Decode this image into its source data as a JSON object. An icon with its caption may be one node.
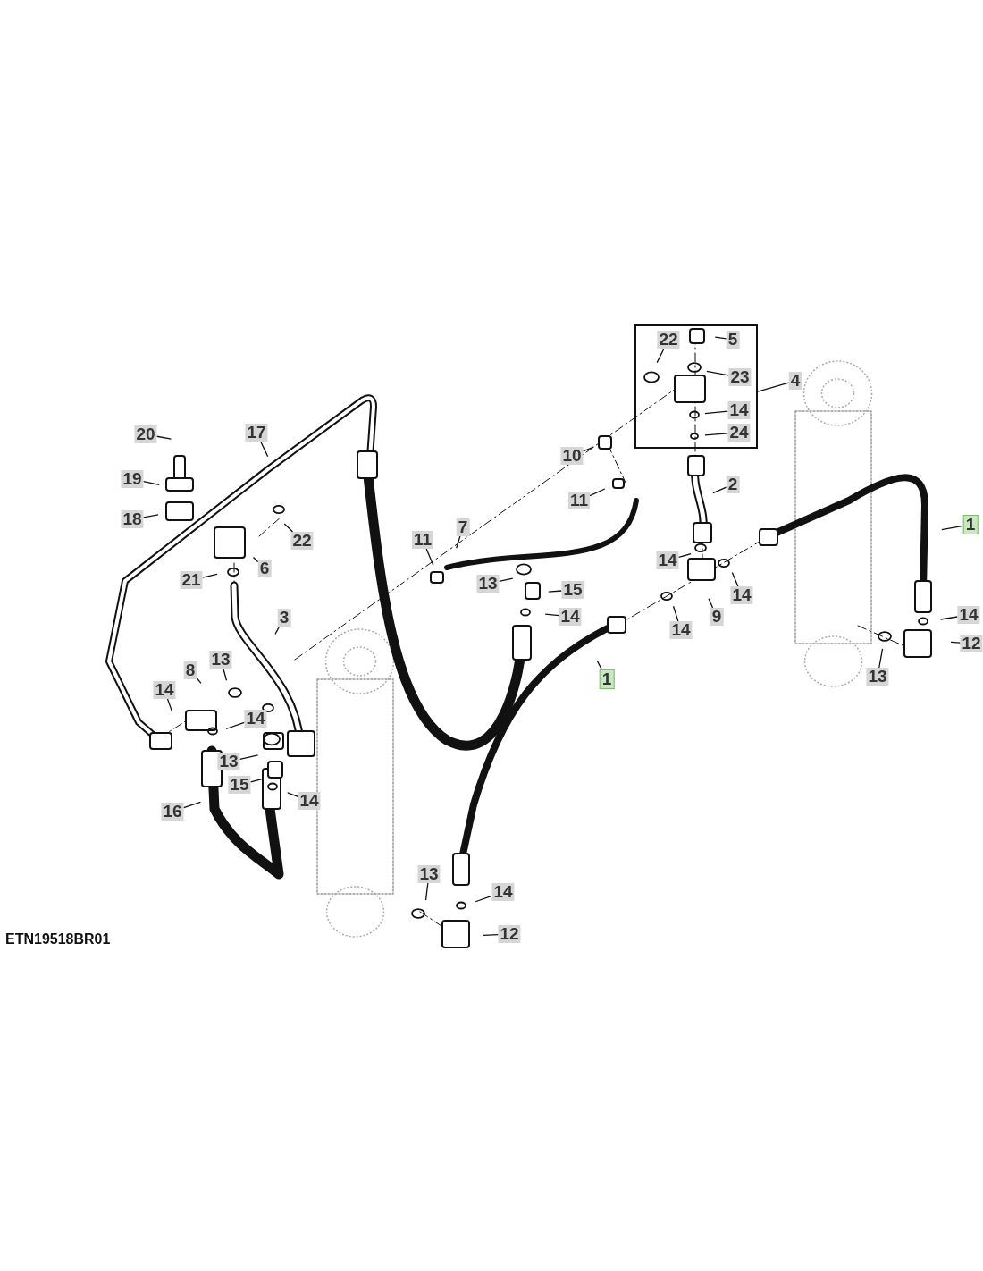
{
  "diagram": {
    "nodes": [
      {
        "text": [],
        "shape": "box"
      },
      {
        "text": [
          "22"
        ],
        "in": 0
      },
      {
        "text": [
          "5"
        ],
        "in": 0
      },
      {
        "text": [
          "23"
        ],
        "in": 0
      },
      {
        "text": [
          "14"
        ],
        "in": 0
      },
      {
        "text": [
          "24"
        ],
        "in": 0
      },
      {
        "text": [
          "4"
        ]
      },
      {
        "text": [
          "20"
        ]
      },
      {
        "text": [
          "17"
        ]
      },
      {
        "text": [
          "19"
        ]
      },
      {
        "text": [
          "18"
        ]
      },
      {
        "text": [
          "22"
        ]
      },
      {
        "text": [
          "6"
        ]
      },
      {
        "text": [
          "21"
        ]
      },
      {
        "text": [
          "10"
        ]
      },
      {
        "text": [
          "11"
        ]
      },
      {
        "text": [
          "11"
        ]
      },
      {
        "text": [
          "7"
        ]
      },
      {
        "text": [
          "1"
        ]
      },
      {
        "text": [
          "2"
        ]
      },
      {
        "text": [
          "13"
        ]
      },
      {
        "text": [
          "15"
        ]
      },
      {
        "text": [
          "14"
        ]
      },
      {
        "text": [
          "14"
        ]
      },
      {
        "text": [
          "9"
        ]
      },
      {
        "text": [
          "14"
        ]
      },
      {
        "text": [
          "14"
        ]
      },
      {
        "text": [
          "3"
        ]
      },
      {
        "text": [
          "14"
        ]
      },
      {
        "text": [
          "1"
        ]
      },
      {
        "text": [
          "12"
        ]
      },
      {
        "text": [
          "13"
        ]
      },
      {
        "text": [
          "8"
        ]
      },
      {
        "text": [
          "13"
        ]
      },
      {
        "text": [
          "14"
        ]
      },
      {
        "text": [
          "14"
        ]
      },
      {
        "text": [
          "13"
        ]
      },
      {
        "text": [
          "15"
        ]
      },
      {
        "text": [
          "14"
        ]
      },
      {
        "text": [
          "16"
        ]
      },
      {
        "text": [
          "13"
        ]
      },
      {
        "text": [
          "14"
        ]
      },
      {
        "text": [
          "12"
        ]
      }
    ],
    "edges": [
      {
        "from": 1,
        "to": null,
        "arrow": "none"
      },
      {
        "from": 2,
        "to": null,
        "arrow": "none"
      },
      {
        "from": 3,
        "to": null,
        "arrow": "none"
      },
      {
        "from": 4,
        "to": null,
        "arrow": "none"
      },
      {
        "from": 5,
        "to": null,
        "arrow": "none"
      },
      {
        "from": 6,
        "to": 0,
        "arrow": "none"
      },
      {
        "from": 7,
        "to": null,
        "arrow": "none"
      },
      {
        "from": 8,
        "to": null,
        "arrow": "none"
      },
      {
        "from": 9,
        "to": null,
        "arrow": "none"
      },
      {
        "from": 10,
        "to": null,
        "arrow": "none"
      },
      {
        "from": 11,
        "to": null,
        "arrow": "none"
      },
      {
        "from": 12,
        "to": null,
        "arrow": "none"
      },
      {
        "from": 13,
        "to": null,
        "arrow": "none"
      },
      {
        "from": 14,
        "to": null,
        "arrow": "none"
      },
      {
        "from": 15,
        "to": null,
        "arrow": "none"
      },
      {
        "from": 16,
        "to": null,
        "arrow": "none"
      },
      {
        "from": 17,
        "to": null,
        "arrow": "none"
      },
      {
        "from": 18,
        "to": null,
        "arrow": "none"
      },
      {
        "from": 19,
        "to": null,
        "arrow": "none"
      },
      {
        "from": 20,
        "to": null,
        "arrow": "none"
      },
      {
        "from": 21,
        "to": null,
        "arrow": "none"
      },
      {
        "from": 22,
        "to": null,
        "arrow": "none"
      },
      {
        "from": 23,
        "to": null,
        "arrow": "none"
      },
      {
        "from": 24,
        "to": null,
        "arrow": "none"
      },
      {
        "from": 25,
        "to": null,
        "arrow": "none"
      },
      {
        "from": 26,
        "to": null,
        "arrow": "none"
      },
      {
        "from": 27,
        "to": null,
        "arrow": "none"
      },
      {
        "from": 28,
        "to": null,
        "arrow": "none"
      },
      {
        "from": 29,
        "to": null,
        "arrow": "none"
      },
      {
        "from": 30,
        "to": null,
        "arrow": "none"
      },
      {
        "from": 31,
        "to": null,
        "arrow": "none"
      },
      {
        "from": 32,
        "to": null,
        "arrow": "none"
      },
      {
        "from": 33,
        "to": null,
        "arrow": "none"
      },
      {
        "from": 34,
        "to": null,
        "arrow": "none"
      },
      {
        "from": 35,
        "to": null,
        "arrow": "none"
      },
      {
        "from": 36,
        "to": null,
        "arrow": "none"
      },
      {
        "from": 37,
        "to": null,
        "arrow": "none"
      },
      {
        "from": 38,
        "to": null,
        "arrow": "none"
      },
      {
        "from": 39,
        "to": null,
        "arrow": "none"
      },
      {
        "from": 40,
        "to": null,
        "arrow": "none"
      },
      {
        "from": 41,
        "to": null,
        "arrow": "none"
      },
      {
        "from": 42,
        "to": null,
        "arrow": "none"
      }
    ],
    "labels": [
      "ETN19518BR01"
    ]
  }
}
